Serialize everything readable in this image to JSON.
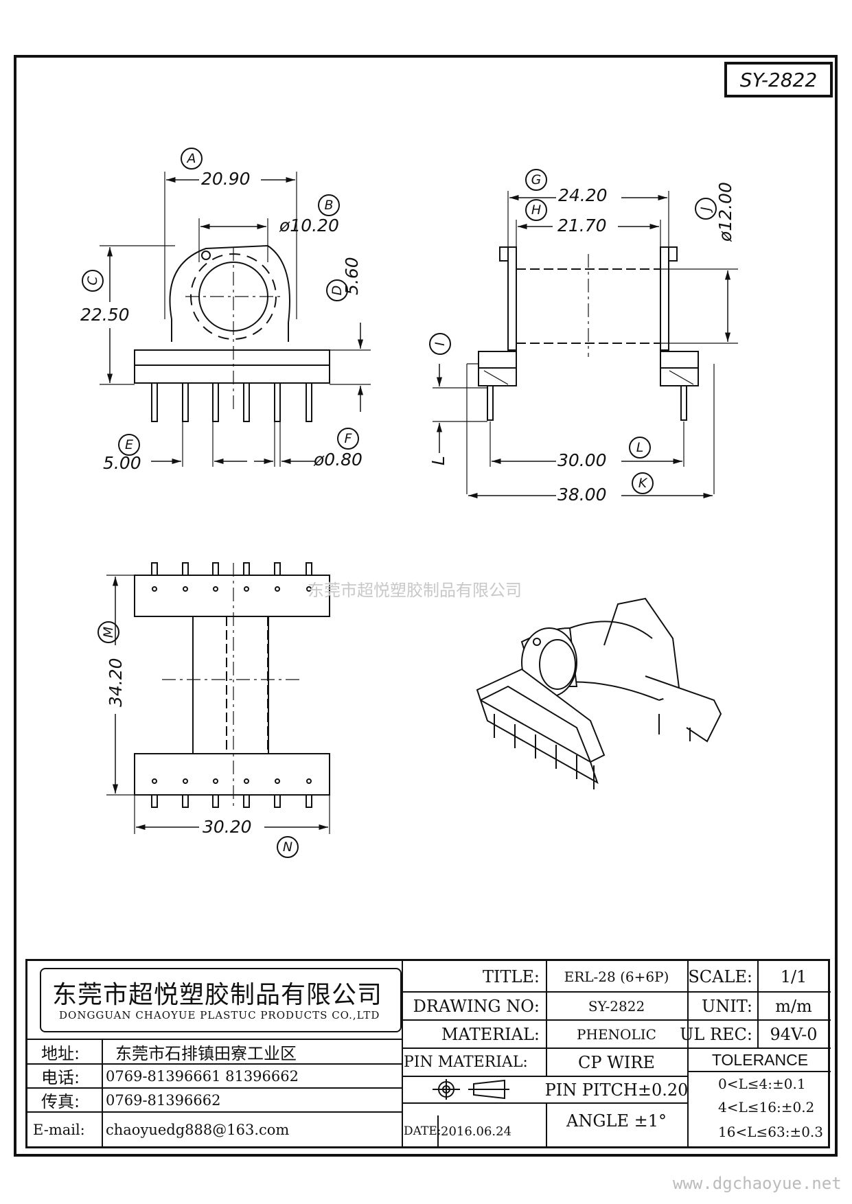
{
  "drawing_number_tag": "SY-2822",
  "dimension_labels": {
    "A": "A",
    "B": "B",
    "C": "C",
    "D": "D",
    "E": "E",
    "F": "F",
    "G": "G",
    "H": "H",
    "I": "I",
    "J": "J",
    "K": "K",
    "L": "L",
    "M": "M",
    "N": "N"
  },
  "dimensions": {
    "A": "20.90",
    "B": "ø10.20",
    "C": "22.50",
    "D": "5.60",
    "E": "5.00",
    "F": "ø0.80",
    "G": "24.20",
    "H": "21.70",
    "I": "I",
    "J": "ø12.00",
    "K": "38.00",
    "L": "30.00",
    "L_side": "L",
    "M": "34.20",
    "N": "30.20"
  },
  "watermark": "东莞市超悦塑胶制品有限公司",
  "website": "www.dgchaoyue.net",
  "title_block": {
    "company_cn": "东莞市超悦塑胶制品有限公司",
    "company_en": "DONGGUAN CHAOYUE PLASTUC PRODUCTS CO.,LTD",
    "address_label": "地址:",
    "address_value": "东莞市石排镇田寮工业区",
    "phone_label": "电话:",
    "phone_value": "0769-81396661  81396662",
    "fax_label": "传真:",
    "fax_value": "0769-81396662",
    "email_label": "E-mail:",
    "email_value": "chaoyuedg888@163.com",
    "title_label": "TITLE:",
    "title_value": "ERL-28 (6+6P)",
    "drawing_no_label": "DRAWING NO:",
    "drawing_no_value": "SY-2822",
    "material_label": "MATERIAL:",
    "material_value": "PHENOLIC",
    "pin_material_label": "PIN MATERIAL:",
    "pin_material_value": "CP WIRE",
    "pin_pitch": "PIN PITCH±0.20",
    "angle": "ANGLE  ±1°",
    "date_label": "DATE:",
    "date_value": "2016.06.24",
    "scale_label": "SCALE:",
    "scale_value": "1/1",
    "unit_label": "UNIT:",
    "unit_value": "m/m",
    "ul_rec_label": "UL REC:",
    "ul_rec_value": "94V-0",
    "tolerance_title": "TOLERANCE",
    "tolerance_rows": [
      "0<L≤4:±0.1",
      "4<L≤16:±0.2",
      "16<L≤63:±0.3"
    ]
  }
}
